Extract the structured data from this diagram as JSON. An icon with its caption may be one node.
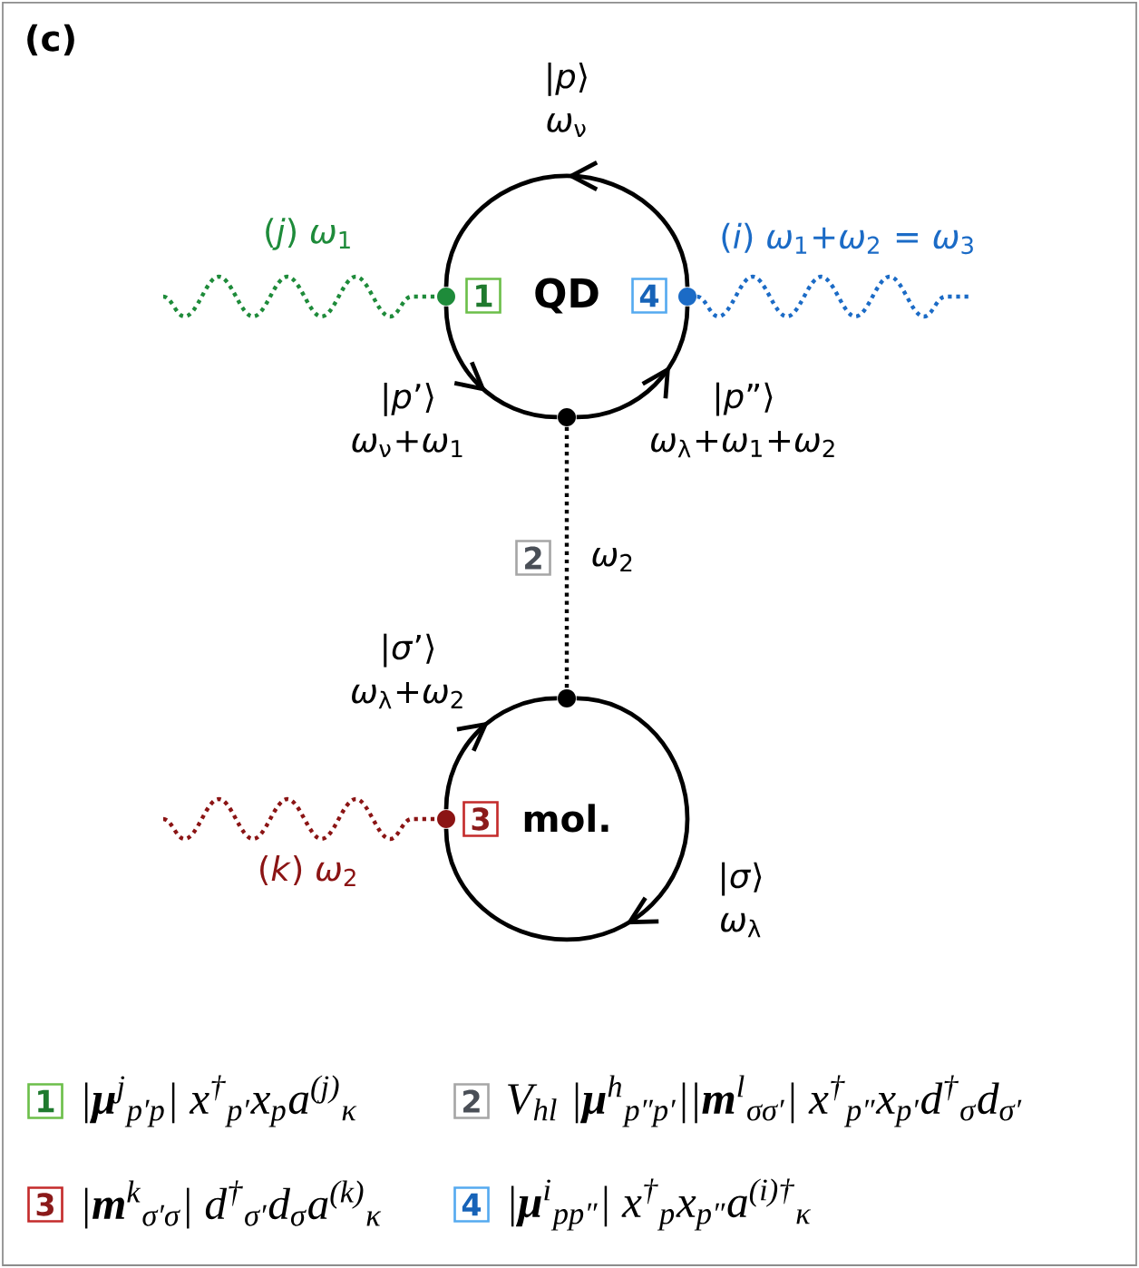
{
  "diagram": {
    "nodes": [
      {
        "text": [],
        "shape": "circle"
      },
      {
        "text": [
          "1"
        ]
      },
      {
        "text": [
          "4"
        ]
      },
      {
        "text": [],
        "shape": "circle"
      },
      {
        "text": [],
        "shape": "circle"
      },
      {
        "text": [
          "2"
        ]
      },
      {
        "text": [],
        "shape": "circle"
      },
      {
        "text": [],
        "shape": "circle"
      },
      {
        "text": [
          "3"
        ]
      },
      {
        "text": [
          "1"
        ],
        "beside": [
          "|**μ**$^{j}$$_{p′p}$| x$^{†}$$_{p′}$x$_{p}$a$^{(j)}$$_{κ}$"
        ]
      },
      {
        "text": [
          "2"
        ],
        "beside": [
          "V$_{hl}$ |**μ**$^{h}$$_{p″p′}$||**m**$^{l}$$_{σσ′}$| x$^{†}$$_{p″}$x$_{p′}$d$^{†}$$_{σ}$d$_{σ′}$"
        ]
      },
      {
        "text": [
          "3"
        ],
        "beside": [
          "|**m**$^{k}$$_{σ′σ}$| d$^{†}$$_{σ′}$d$_{σ}$a$^{(k)}$$_{κ}$"
        ]
      },
      {
        "text": [
          "4"
        ],
        "beside": [
          "|**μ**$^{i}$$_{pp″}$| x$^{†}$$_{p}$x$_{p″}$a$^{(i)†}$$_{κ}$"
        ]
      }
    ],
    "edges": [
      {
        "from": null,
        "to": 0,
        "arrow": "none",
        "style": "dashed",
        "color": "#1e8b3a",
        "label": "(*j*) *ω*$_{1}$"
      },
      {
        "from": 0,
        "to": 4,
        "arrow": "to",
        "label": "|*p*’⟩ *ω*$_{ν}$+*ω*$_{1}$"
      },
      {
        "from": 4,
        "to": 3,
        "arrow": "to",
        "label": "|*p*”⟩ *ω*$_{λ}$+*ω*$_{1}$+*ω*$_{2}$"
      },
      {
        "from": 3,
        "to": 0,
        "arrow": "to",
        "label": "|*p*⟩ *ω*$_{ν}$"
      },
      {
        "from": 3,
        "to": null,
        "arrow": "none",
        "style": "dashed",
        "color": "#1b6bc6",
        "label": "(*i*) *ω*$_{1}$+*ω*$_{2}$ = *ω*$_{3}$"
      },
      {
        "from": 4,
        "to": 6,
        "arrow": "none",
        "style": "dashed",
        "label": "*ω*$_{2}$"
      },
      {
        "from": 7,
        "to": 6,
        "arrow": "to",
        "label": "|*σ*’⟩ *ω*$_{λ}$+*ω*$_{2}$"
      },
      {
        "from": 6,
        "to": 7,
        "arrow": "to",
        "label": "|*σ*⟩ *ω*$_{λ}$"
      },
      {
        "from": null,
        "to": 7,
        "arrow": "none",
        "style": "dashed",
        "color": "#8b1414",
        "label": "(*k*) *ω*$_{2}$"
      }
    ],
    "labels": [
      "(c)",
      "QD",
      "mol."
    ]
  }
}
